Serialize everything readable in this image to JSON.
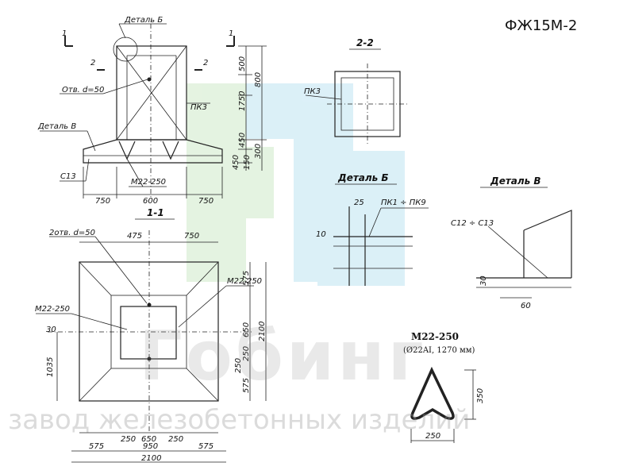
{
  "drawing_code": "ФЖ15М-2",
  "sections": {
    "s11": "1-1",
    "s22": "2-2",
    "detail_b": "Деталь Б",
    "detail_v": "Деталь В"
  },
  "callouts": {
    "detail_b_ref": "Деталь Б",
    "detail_v_ref": "Деталь В",
    "hole_d50": "Отв. d=50",
    "pk3_a": "ПК3",
    "pk3_b": "ПК3",
    "s13": "С13",
    "m22_250_a": "М22-250",
    "two_holes": "2отв. d=50",
    "m22_250_b": "М22-250",
    "m22_250_c": "М22-250",
    "pk1_pk9": "ПК1 ÷ ПК9",
    "s12_s13": "С12 ÷ С13",
    "cut_1_left": "1",
    "cut_1_right": "1",
    "cut_2_left": "2",
    "cut_2_right": "2"
  },
  "dims_elevation": {
    "bottom": [
      "750",
      "600",
      "750"
    ],
    "right": [
      "500",
      "800",
      "1750",
      "450",
      "300",
      "450",
      "150"
    ]
  },
  "dims_plan": {
    "top": [
      "475",
      "750"
    ],
    "bottom_inner": [
      "250",
      "650",
      "250"
    ],
    "bottom": [
      "575",
      "950",
      "575"
    ],
    "total": "2100",
    "left": "1035",
    "left_small": "30",
    "right": [
      "575",
      "650",
      "250",
      "250",
      "575",
      "2100"
    ]
  },
  "dims_detail": {
    "d_b": [
      "25",
      "10"
    ],
    "d_v": [
      "30",
      "60"
    ]
  },
  "loop": {
    "title": "М22-250",
    "subtitle": "(Ø22AI, 1270 мм)",
    "height": "350",
    "width": "250"
  },
  "watermark": {
    "brand": "Гобинг",
    "tagline": "завод железобетонных изделий"
  }
}
